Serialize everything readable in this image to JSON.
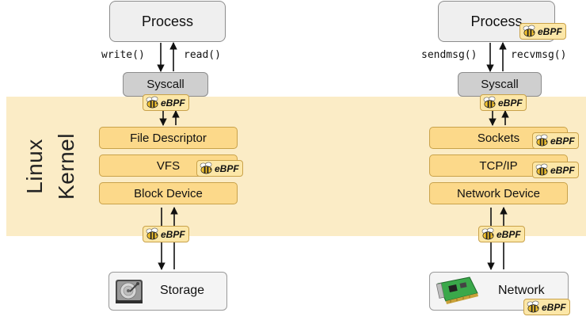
{
  "kernel": {
    "line1": "Linux",
    "line2": "Kernel"
  },
  "ebpf_label": "eBPF",
  "left_stack": {
    "process": "Process",
    "call_down": "write()",
    "call_up": "read()",
    "syscall": "Syscall",
    "layers": [
      "File Descriptor",
      "VFS",
      "Block Device"
    ],
    "device": "Storage"
  },
  "right_stack": {
    "process": "Process",
    "call_down": "sendmsg()",
    "call_up": "recvmsg()",
    "syscall": "Syscall",
    "layers": [
      "Sockets",
      "TCP/IP",
      "Network Device"
    ],
    "device": "Network"
  },
  "icons": [
    "bee-icon",
    "hard-drive-icon",
    "network-card-icon"
  ],
  "colors": {
    "kernel_band": "#fbecc6",
    "layer_fill": "#fcd98a",
    "ebpf_badge": "#fce7a8",
    "process_fill": "#efefef",
    "syscall_fill": "#cfcfcf",
    "bee_body": "#f2c12e"
  }
}
